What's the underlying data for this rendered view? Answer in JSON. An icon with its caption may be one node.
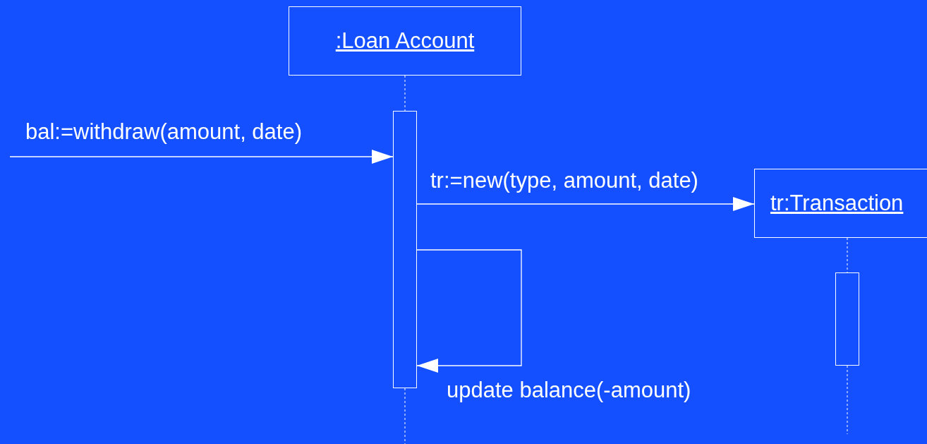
{
  "diagram": {
    "nodes": [
      {
        "text": [
          ":Loan Account"
        ]
      },
      {
        "text": [],
        "shape": "bar"
      },
      {
        "text": [
          "tr:Transaction"
        ]
      },
      {
        "text": [],
        "shape": "bar"
      }
    ],
    "edges": [
      {
        "from": 0,
        "to": 1,
        "arrow": "none",
        "style": "dashed"
      },
      {
        "from": null,
        "to": 1,
        "arrow": "to",
        "label": "bal:=withdraw(amount, date)"
      },
      {
        "from": 1,
        "to": 2,
        "arrow": "to",
        "label": "tr:=new(type, amount, date)"
      },
      {
        "from": 1,
        "to": 1,
        "arrow": "to",
        "label": "update balance(-amount)"
      },
      {
        "from": 2,
        "to": 3,
        "arrow": "none",
        "style": "dashed"
      }
    ]
  }
}
